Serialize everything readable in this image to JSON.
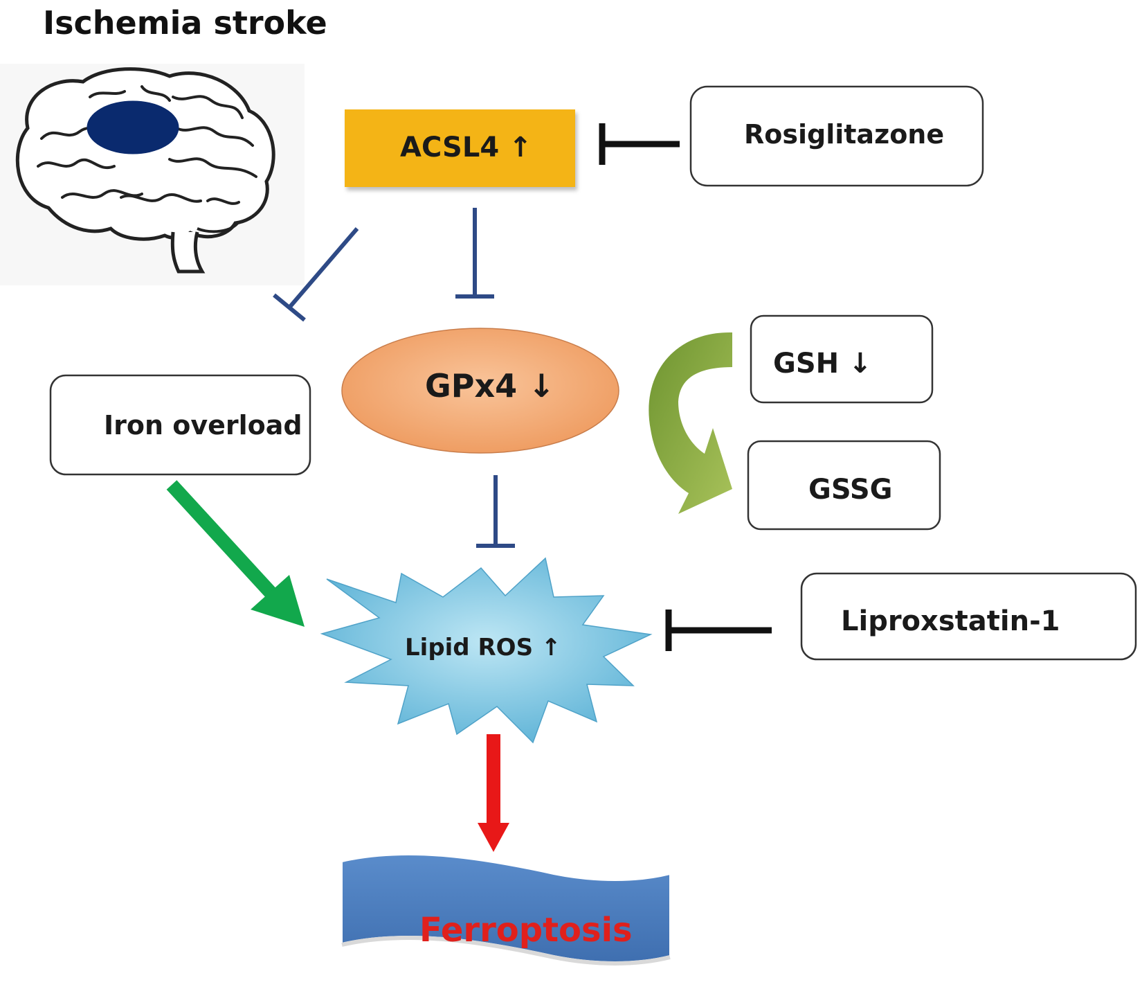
{
  "title": "Ischemia stroke",
  "nodes": {
    "acsl4": {
      "text": "ACSL4",
      "trend": "↑",
      "fill": "#F4B414"
    },
    "rosiglitazone": {
      "text": "Rosiglitazone"
    },
    "gpx4": {
      "text": "GPx4",
      "trend": "↓",
      "fill": "#F4A46A"
    },
    "gsh": {
      "text": "GSH",
      "trend": "↓"
    },
    "gssg": {
      "text": "GSSG"
    },
    "iron_overload": {
      "text": "Iron overload"
    },
    "lipid_ros": {
      "text": "Lipid ROS",
      "trend": "↑",
      "fill": "#7CC4E0"
    },
    "liproxstatin": {
      "text": "Liproxstatin-1"
    },
    "ferroptosis": {
      "text": "Ferroptosis",
      "text_color": "#E0201C",
      "fill": "#4F7FC0"
    }
  },
  "colors": {
    "inhibit_blue": "#2E4A86",
    "inhibit_black": "#111111",
    "activate_green": "#12A84C",
    "cycle_green": "#7FA036",
    "promote_red": "#E81818",
    "brain_lesion": "#0A2A6E"
  }
}
